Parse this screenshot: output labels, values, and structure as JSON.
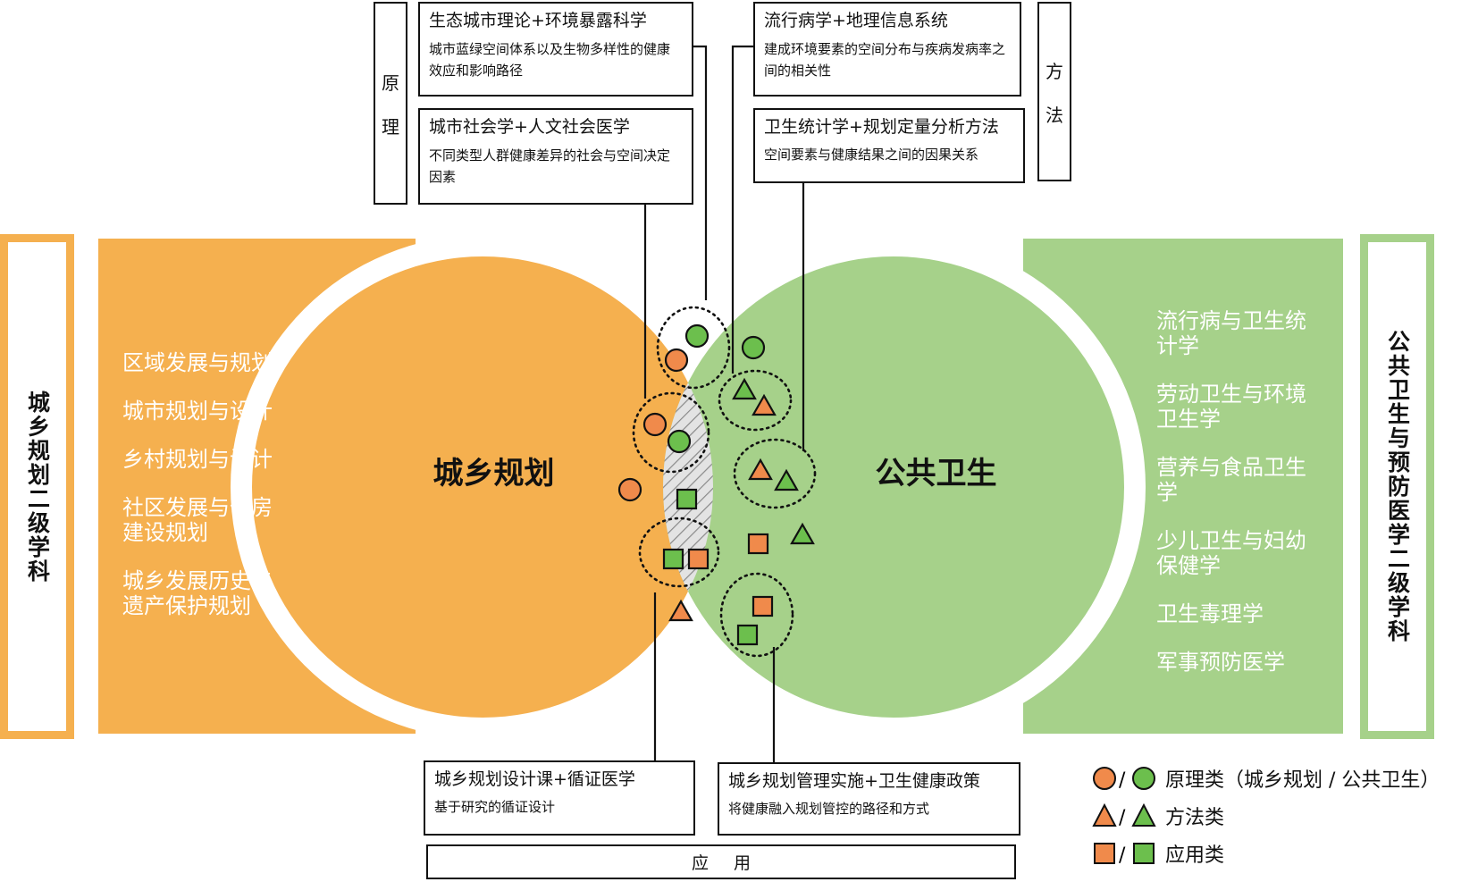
{
  "colors": {
    "orange": "#f5b04f",
    "green": "#a6d18a",
    "marker_orange": "#f08a4b",
    "marker_green": "#6cbf4d",
    "overlap_fill": "#e3e3e3",
    "hatch": "#8a8a8a"
  },
  "left_discipline": {
    "frame_label": "城乡规划二级学科",
    "circle_label": "城乡规划",
    "subjects": [
      "区域发展与规划",
      "城市规划与设计",
      "乡村规划与设计",
      "社区发展与住房建设规划",
      "城乡发展历史与遗产保护规划"
    ]
  },
  "right_discipline": {
    "frame_label": "公共卫生与预防医学二级学科",
    "circle_label": "公共卫生",
    "subjects": [
      "流行病与卫生统计学",
      "劳动卫生与环境卫生学",
      "营养与食品卫生学",
      "少儿卫生与妇幼保健学",
      "卫生毒理学",
      "军事预防医学"
    ]
  },
  "principle_group": {
    "label_chars": [
      "原",
      "理"
    ],
    "boxes": [
      {
        "title": "生态城市理论+环境暴露科学",
        "desc": "城市蓝绿空间体系以及生物多样性的健康效应和影响路径"
      },
      {
        "title": "城市社会学+人文社会医学",
        "desc": "不同类型人群健康差异的社会与空间决定因素"
      }
    ]
  },
  "method_group": {
    "label_chars": [
      "方",
      "法"
    ],
    "boxes": [
      {
        "title": "流行病学+地理信息系统",
        "desc": "建成环境要素的空间分布与疾病发病率之间的相关性"
      },
      {
        "title": "卫生统计学+规划定量分析方法",
        "desc": "空间要素与健康结果之间的因果关系"
      }
    ]
  },
  "application_group": {
    "label": "应用",
    "boxes": [
      {
        "title": "城乡规划设计课+循证医学",
        "desc": "基于研究的循证设计"
      },
      {
        "title": "城乡规划管理实施+卫生健康政策",
        "desc": "将健康融入规划管控的路径和方式"
      }
    ]
  },
  "markers": [
    {
      "shape": "circle",
      "color": "green",
      "category": "principle"
    },
    {
      "shape": "circle",
      "color": "orange",
      "category": "principle"
    },
    {
      "shape": "circle",
      "color": "green",
      "category": "principle"
    },
    {
      "shape": "circle",
      "color": "orange",
      "category": "principle"
    },
    {
      "shape": "circle",
      "color": "green",
      "category": "principle"
    },
    {
      "shape": "circle",
      "color": "orange",
      "category": "principle"
    },
    {
      "shape": "triangle",
      "color": "green",
      "category": "method"
    },
    {
      "shape": "triangle",
      "color": "orange",
      "category": "method"
    },
    {
      "shape": "triangle",
      "color": "orange",
      "category": "method"
    },
    {
      "shape": "triangle",
      "color": "green",
      "category": "method"
    },
    {
      "shape": "triangle",
      "color": "green",
      "category": "method"
    },
    {
      "shape": "triangle",
      "color": "orange",
      "category": "method"
    },
    {
      "shape": "square",
      "color": "green",
      "category": "application"
    },
    {
      "shape": "square",
      "color": "orange",
      "category": "application"
    },
    {
      "shape": "square",
      "color": "green",
      "category": "application"
    },
    {
      "shape": "square",
      "color": "orange",
      "category": "application"
    },
    {
      "shape": "square",
      "color": "orange",
      "category": "application"
    },
    {
      "shape": "square",
      "color": "green",
      "category": "application"
    }
  ],
  "legend": [
    {
      "shape": "circle",
      "separator": "/",
      "label": "原理类（城乡规划 / 公共卫生）"
    },
    {
      "shape": "triangle",
      "separator": "/",
      "label": "方法类"
    },
    {
      "shape": "square",
      "separator": "/",
      "label": "应用类"
    }
  ]
}
